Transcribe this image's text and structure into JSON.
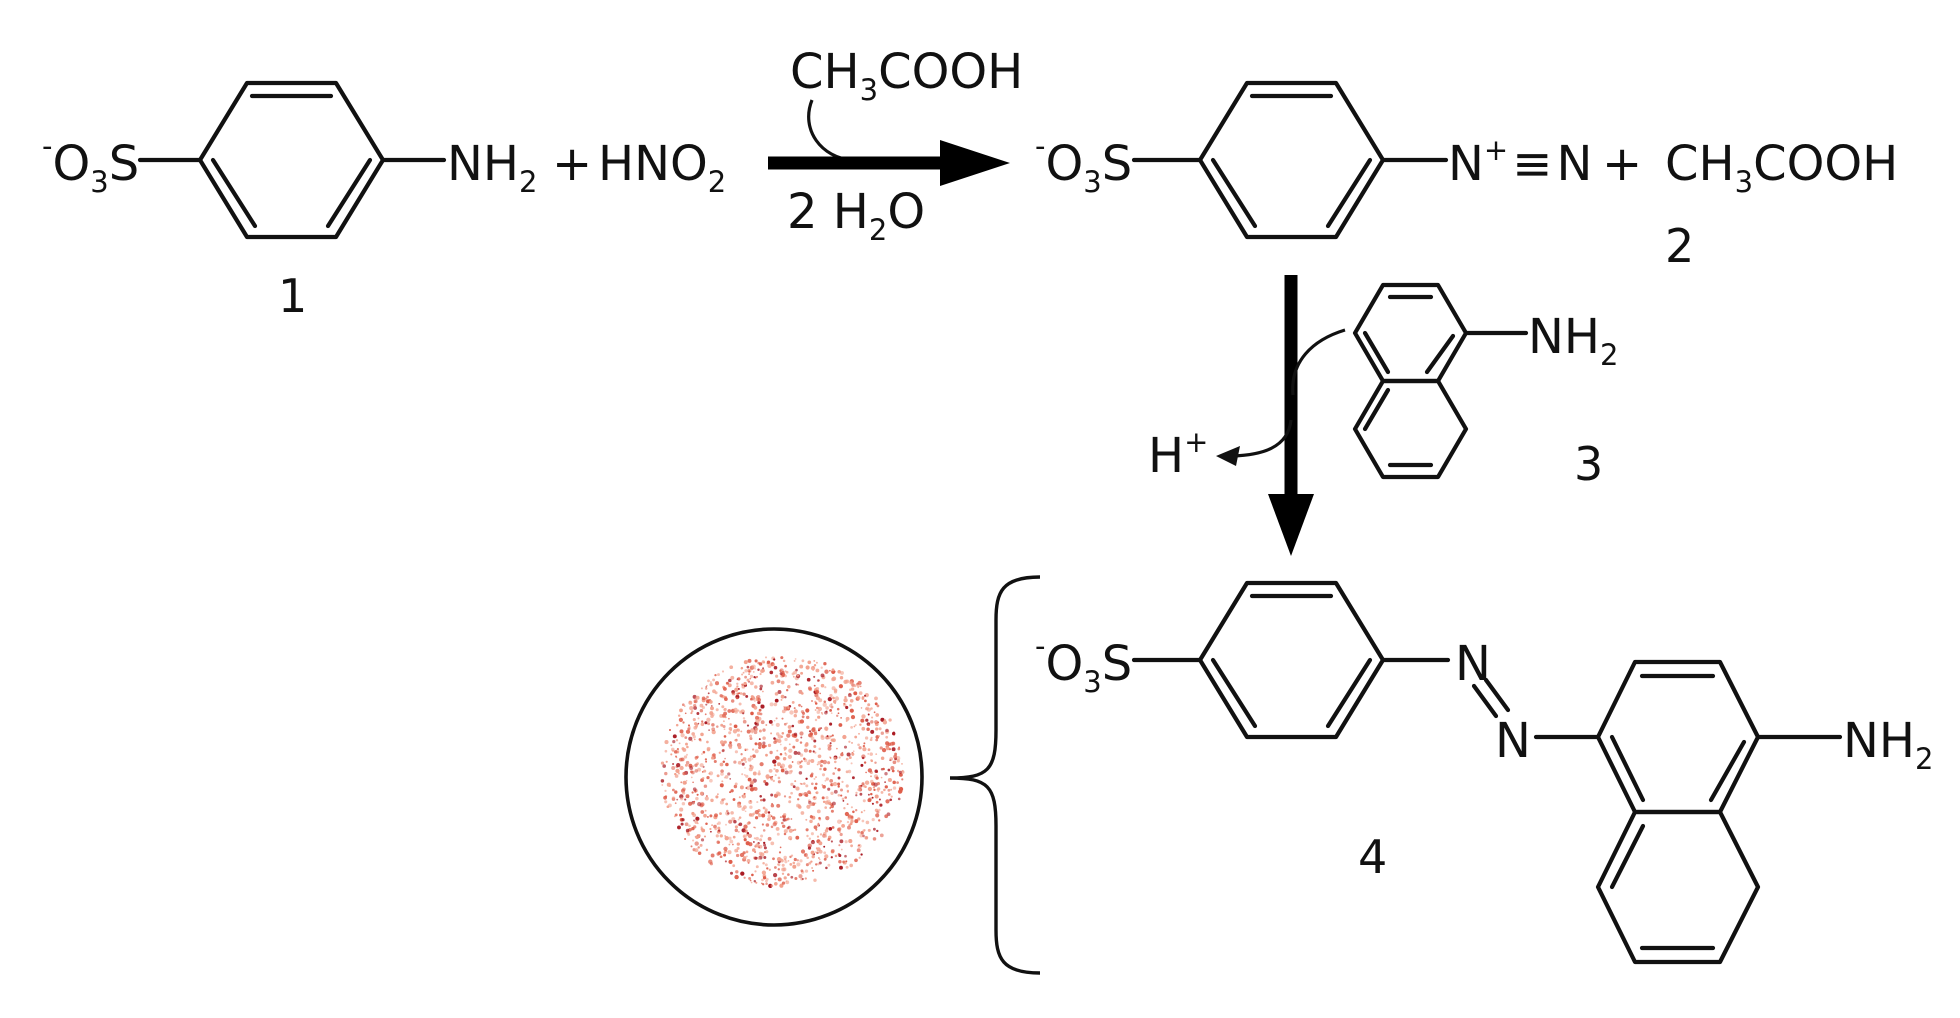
{
  "reaction": {
    "reactant1": {
      "charge": "-",
      "o": "O",
      "o_count": "3",
      "s": "S",
      "group": "NH",
      "group_count": "2",
      "number": "1"
    },
    "plus_symbol": "+",
    "reagent_nitrous": {
      "main": "HNO",
      "count": "2"
    },
    "arrow1_top": {
      "pre": "CH",
      "count": "3",
      "post": "COOH"
    },
    "arrow1_bottom": {
      "pre": "2 H",
      "count": "2",
      "post": "O"
    },
    "diazonium": {
      "charge": "-",
      "o": "O",
      "o_count": "3",
      "s": "S",
      "n_plus": "N",
      "plus": "+",
      "triple": "≡",
      "n": "N"
    },
    "byproduct": {
      "pre": "CH",
      "count": "3",
      "post": "COOH",
      "number": "2"
    },
    "naphthylamine": {
      "group": "NH",
      "group_count": "2",
      "number": "3"
    },
    "proton_release": {
      "h": "H",
      "plus": "+"
    },
    "azo_dye": {
      "charge": "-",
      "o": "O",
      "o_count": "3",
      "s": "S",
      "n1": "N",
      "n2": "N",
      "group": "NH",
      "group_count": "2",
      "number": "4"
    }
  },
  "colors": {
    "ink": "#111111",
    "particle_light": "#f2a08c",
    "particle_mid": "#de5b48",
    "particle_dark": "#a8161f"
  },
  "icons": {
    "nanoparticle": "protein-nanoparticle-icon"
  }
}
